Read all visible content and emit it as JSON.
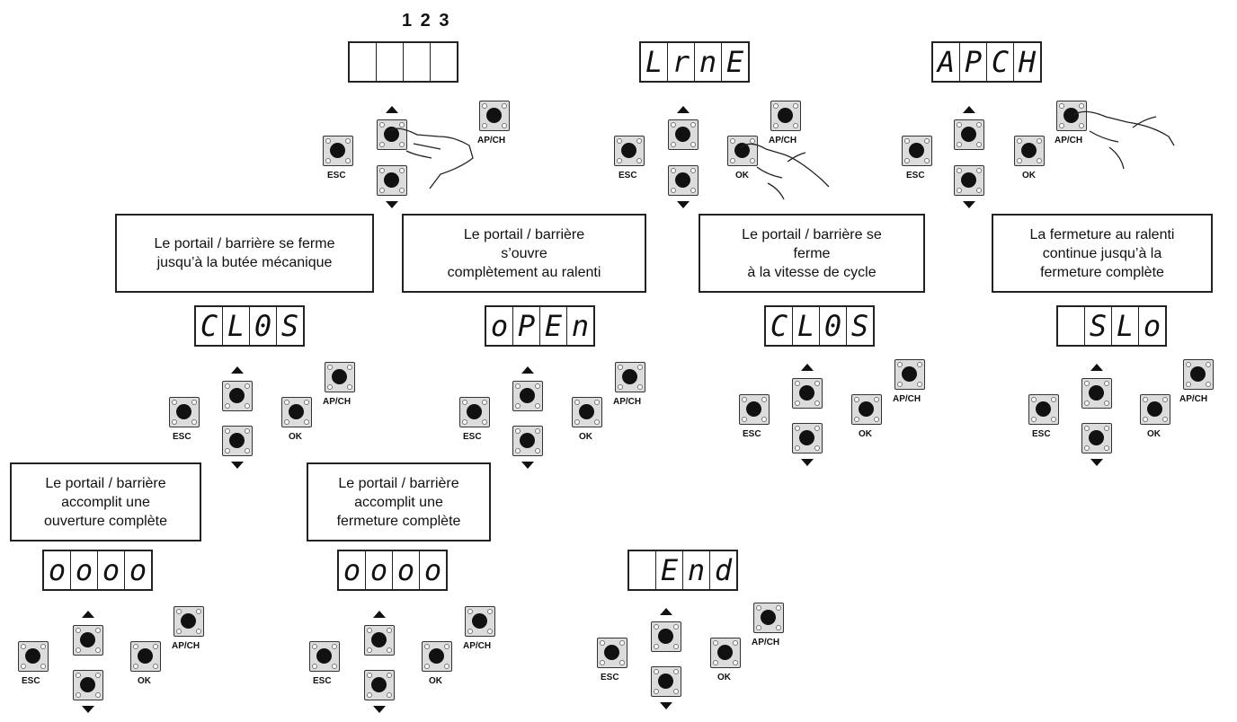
{
  "header_digits": "1 2 3",
  "buttons": {
    "esc": "ESC",
    "ok": "OK",
    "apch": "AP/CH"
  },
  "displays": [
    {
      "id": "d1",
      "chars": [
        "",
        "",
        "",
        ""
      ]
    },
    {
      "id": "d2",
      "chars": [
        "L",
        "r",
        "n",
        "E"
      ]
    },
    {
      "id": "d3",
      "chars": [
        "A",
        "P",
        "C",
        "H"
      ]
    },
    {
      "id": "d4",
      "chars": [
        "C",
        "L",
        "0",
        "S"
      ]
    },
    {
      "id": "d5",
      "chars": [
        "o",
        "P",
        "E",
        "n"
      ]
    },
    {
      "id": "d6",
      "chars": [
        "C",
        "L",
        "0",
        "S"
      ]
    },
    {
      "id": "d7",
      "chars": [
        "",
        "S",
        "L",
        "o"
      ]
    },
    {
      "id": "d8",
      "chars": [
        "o",
        "o",
        "o",
        "o"
      ]
    },
    {
      "id": "d9",
      "chars": [
        "o",
        "o",
        "o",
        "o"
      ]
    },
    {
      "id": "d10",
      "chars": [
        "",
        "E",
        "n",
        "d"
      ]
    }
  ],
  "messages": [
    {
      "id": "m1",
      "lines": [
        "Le portail / barrière se ferme",
        "jusqu’à la butée mécanique"
      ]
    },
    {
      "id": "m2",
      "lines": [
        "Le portail / barrière",
        "s’ouvre",
        "complètement au ralenti"
      ]
    },
    {
      "id": "m3",
      "lines": [
        "Le portail / barrière se",
        "ferme",
        "à la vitesse de cycle"
      ]
    },
    {
      "id": "m4",
      "lines": [
        "La fermeture au ralenti",
        "continue jusqu’à la",
        "fermeture complète"
      ]
    },
    {
      "id": "m5",
      "lines": [
        "Le portail / barrière",
        "accomplit une",
        "ouverture complète"
      ]
    },
    {
      "id": "m6",
      "lines": [
        "Le portail / barrière",
        "accomplit une",
        "fermeture complète"
      ]
    }
  ]
}
